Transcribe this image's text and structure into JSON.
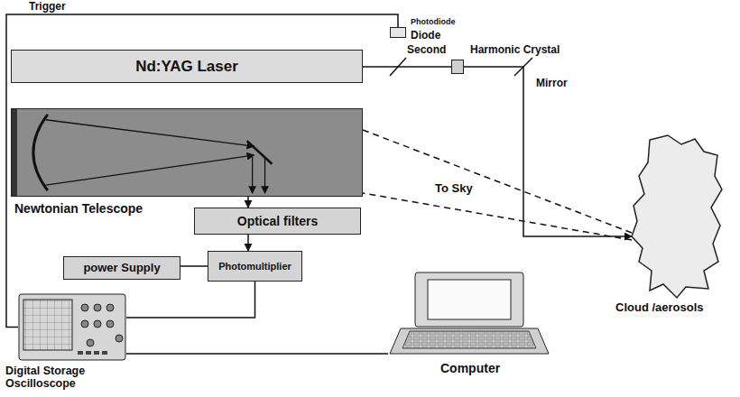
{
  "diagram": {
    "nodes": [
      {
        "text": [
          "Photodiode",
          "Diode"
        ]
      },
      {
        "text": [
          "Nd:YAG Laser"
        ]
      },
      {
        "text": [
          "Second",
          "Harmonic Crystal"
        ]
      },
      {
        "text": [
          "Newtonian Telescope"
        ]
      },
      {
        "text": [
          "Optical filters"
        ]
      },
      {
        "text": [
          "power Supply"
        ]
      },
      {
        "text": [
          "Photomultiplier"
        ]
      },
      {
        "text": [
          "Cloud /aerosols"
        ]
      },
      {
        "text": [
          "Digital Storage Oscilloscope"
        ]
      },
      {
        "text": [
          "Computer"
        ]
      }
    ],
    "edges": [
      {
        "from": 0,
        "to": 8,
        "label": "Trigger",
        "arrow": "none"
      },
      {
        "from": 1,
        "to": 2,
        "arrow": "none"
      },
      {
        "from": 2,
        "to": 7,
        "arrow": "to"
      },
      {
        "from": 3,
        "to": 4,
        "arrow": "to"
      },
      {
        "from": 4,
        "to": 6,
        "arrow": "to"
      },
      {
        "from": 5,
        "to": 6,
        "arrow": "none"
      },
      {
        "from": 6,
        "to": 8,
        "arrow": "none"
      },
      {
        "from": 8,
        "to": 9,
        "arrow": "none"
      },
      {
        "from": 7,
        "to": 3,
        "arrow": "none"
      },
      {
        "from": 7,
        "to": 3,
        "arrow": "none"
      }
    ],
    "labels": [
      "Mirror",
      "To Sky"
    ]
  }
}
